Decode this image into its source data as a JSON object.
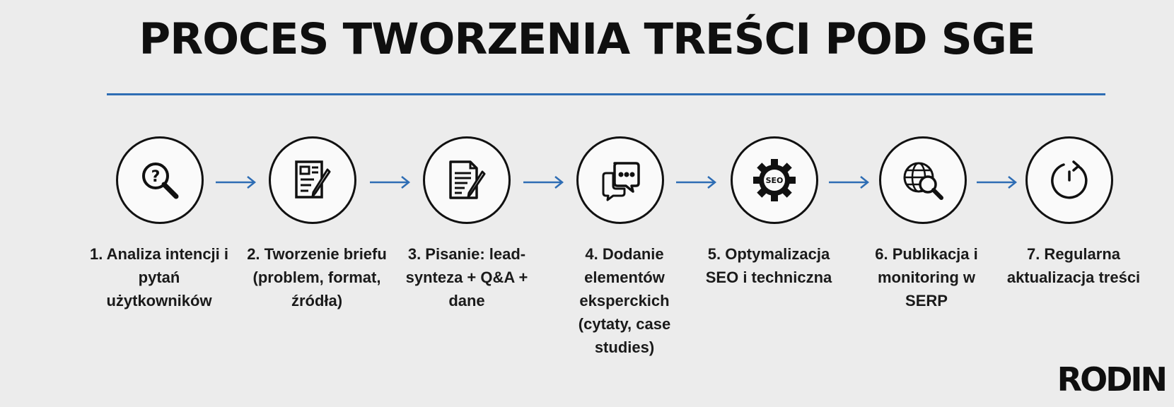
{
  "title": "PROCES TWORZENIA TREŚCI POD SGE",
  "accent_color": "#2e6db4",
  "steps": [
    {
      "label": "1. Analiza intencji i pytań użytkowników",
      "icon": "question-search-icon"
    },
    {
      "label": "2. Tworzenie briefu (problem, format, źródła)",
      "icon": "brief-document-icon"
    },
    {
      "label": "3. Pisanie: lead-synteza + Q&A + dane",
      "icon": "writing-document-icon"
    },
    {
      "label": "4. Dodanie elementów eksperckich (cytaty, case studies)",
      "icon": "chat-bubbles-icon"
    },
    {
      "label": "5. Optymalizacja SEO i techniczna",
      "icon": "seo-gear-icon"
    },
    {
      "label": "6. Publikacja i monitoring w SERP",
      "icon": "globe-search-icon"
    },
    {
      "label": "7. Regularna aktualizacja treści",
      "icon": "refresh-icon"
    }
  ],
  "brand": "RODIN"
}
